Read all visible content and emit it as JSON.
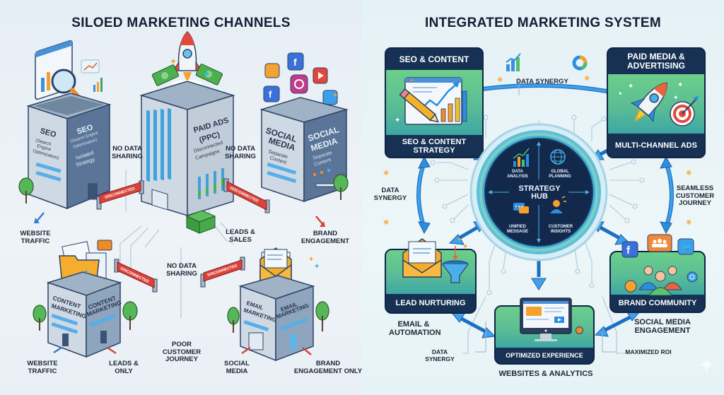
{
  "left": {
    "title": "SILOED MARKETING CHANNELS",
    "buildings": [
      {
        "id": "seo",
        "front_title": "SEO",
        "front_sub": "(Search Engine Optimization)",
        "side_title": "SEO",
        "side_sub": "(Search Engine Optimization)",
        "side_note": "Isolated Strategy",
        "rooftop": "magnifier-over-chart"
      },
      {
        "id": "paid-ads",
        "side_title": "PAID ADS (PPC)",
        "side_note": "Disconnected Campaigns",
        "rooftop": "rocket-with-cash"
      },
      {
        "id": "social-media",
        "front_title": "SOCIAL MEDIA",
        "front_sub": "Separate Content",
        "side_title": "SOCIAL MEDIA",
        "side_sub": "Separate Content",
        "rooftop": "social-app-icons"
      },
      {
        "id": "content-marketing",
        "front_title": "CONTENT MARKETING",
        "side_title": "CONTENT MARKETING",
        "rooftop": "folder-with-documents"
      },
      {
        "id": "email-marketing",
        "front_title": "EMAIL MARKETING",
        "side_title": "EMAIL MARKETING",
        "rooftop": "envelope"
      }
    ],
    "barrier_label": "DISCONNECTED",
    "labels": {
      "no_data_sharing_1": "NO DATA SHARING",
      "no_data_sharing_2": "NO DATA SHARING",
      "no_data_sharing_3": "NO DATA SHARING",
      "website_traffic_1": "WEBSITE TRAFFIC",
      "leads_sales": "LEADS & SALES",
      "brand_engagement": "BRAND ENGAGEMENT",
      "website_traffic_2": "WEBSITE TRAFFIC",
      "leads_only": "LEADS & ONLY",
      "poor_journey": "POOR CUSTOMER JOURNEY",
      "social_media": "SOCIAL MEDIA",
      "brand_engagement_only": "BRAND ENGAGEMENT ONLY"
    }
  },
  "right": {
    "title": "INTEGRATED MARKETING SYSTEM",
    "cards": {
      "seo": {
        "header": "SEO & CONTENT",
        "footer": "SEO & CONTENT STRATEGY"
      },
      "paid": {
        "header": "PAID MEDIA & ADVERTISING",
        "footer": "MULTI-CHANNEL ADS"
      },
      "lead": {
        "footer": "LEAD NURTURING"
      },
      "web": {
        "footer": "OPTIMIZED EXPERIENCE"
      },
      "brand": {
        "footer": "BRAND COMMUNITY"
      }
    },
    "hub": {
      "title": "STRATEGY HUB",
      "quadrants": [
        "DATA ANALYSIS",
        "GLOBAL PLANNING",
        "UNIFIED MESSAGE",
        "CUSTOMER INSIGHTS"
      ]
    },
    "labels": {
      "data_synergy_top": "DATA SYNERGY",
      "data_synergy_left": "DATA SYNERGY",
      "seamless_journey": "SEAMLESS CUSTOMER JOURNEY",
      "email_automation": "EMAIL & AUTOMATION",
      "data_synergy_bottom": "DATA SYNERGY",
      "websites_analytics": "WEBSITES & ANALYTICS",
      "social_engagement": "SOCIAL MEDIA ENGAGEMENT",
      "maximized_roi": "MAXIMIZED ROI"
    }
  },
  "colors": {
    "navy": "#163153",
    "arrow_blue": "#2b8fe0",
    "barrier_red": "#d9433c",
    "green": "#5cc48c",
    "building_front": "#c9d4e0",
    "building_side": "#5d7799"
  }
}
